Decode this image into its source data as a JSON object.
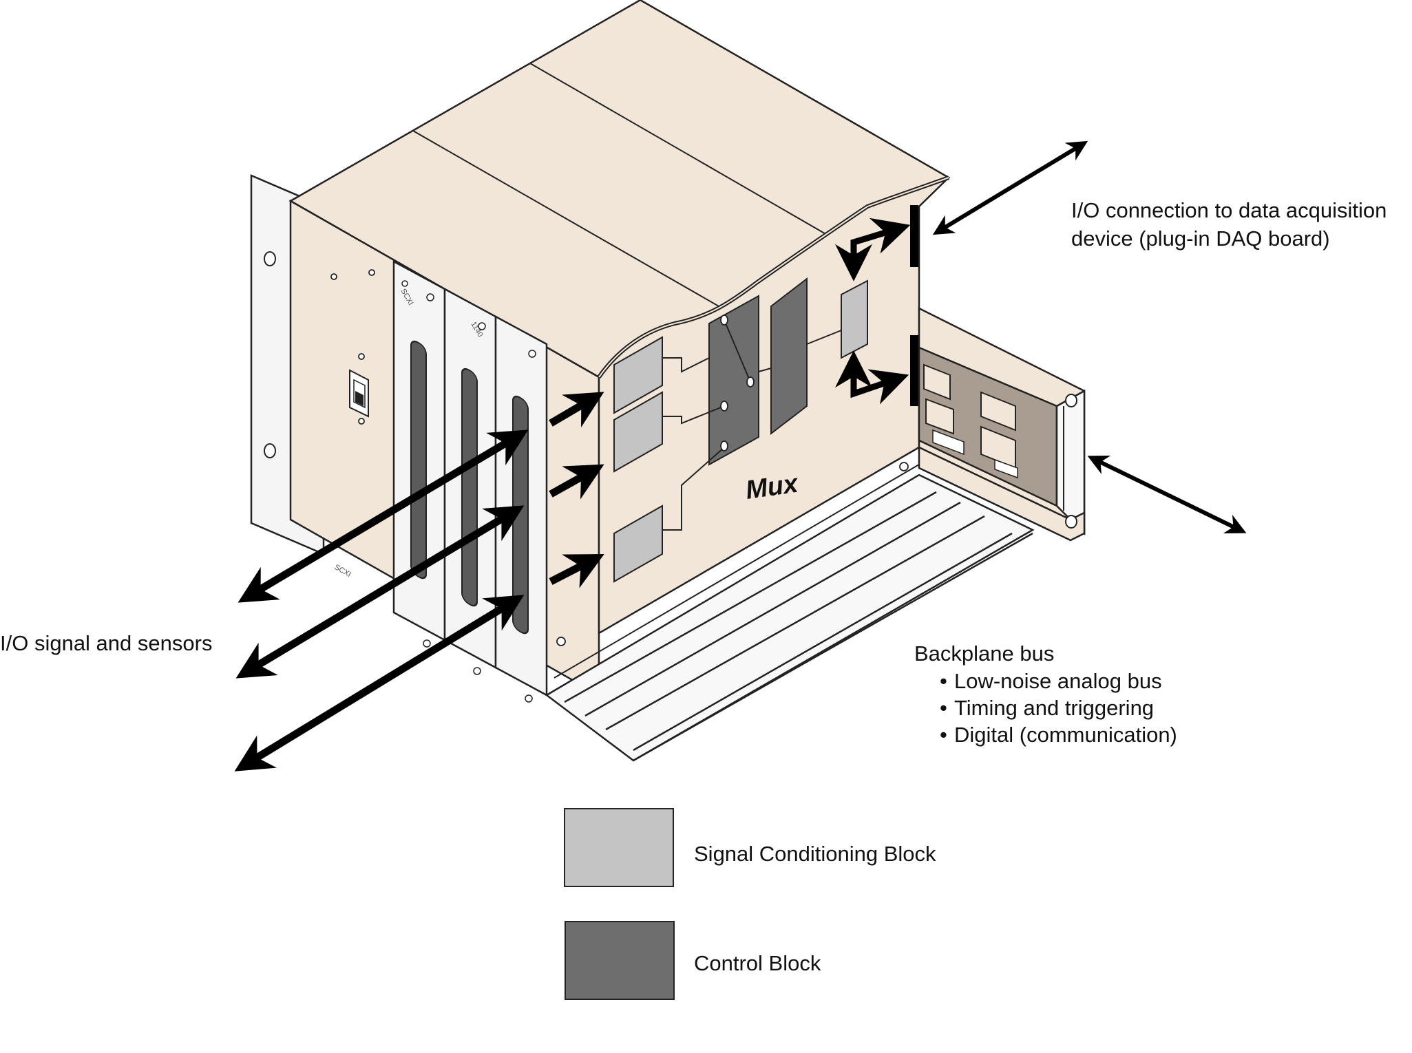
{
  "labels": {
    "io_connection_line1": "I/O connection to data acquisition",
    "io_connection_line2": "device (plug-in DAQ board)",
    "io_signals": "I/O signal and sensors",
    "backplane_title": "Backplane bus",
    "backplane_items": [
      "Low-noise analog bus",
      "Timing and triggering",
      "Digital (communication)"
    ],
    "mux": "Mux",
    "chassis_brand": "SCXI",
    "module_brand": "SCXI",
    "module_model": "1140"
  },
  "legend": [
    {
      "label": "Signal Conditioning Block",
      "color": "#c4c4c4"
    },
    {
      "label": "Control Block",
      "color": "#6e6e6e"
    }
  ],
  "colors": {
    "chassis": "#f2e6d8",
    "chassis_shade": "#e8d9c6",
    "module": "#f3f3f3",
    "signal_block": "#c4c4c4",
    "control_block": "#6e6e6e",
    "daq_board": "#a89d90",
    "outline": "#222222"
  }
}
